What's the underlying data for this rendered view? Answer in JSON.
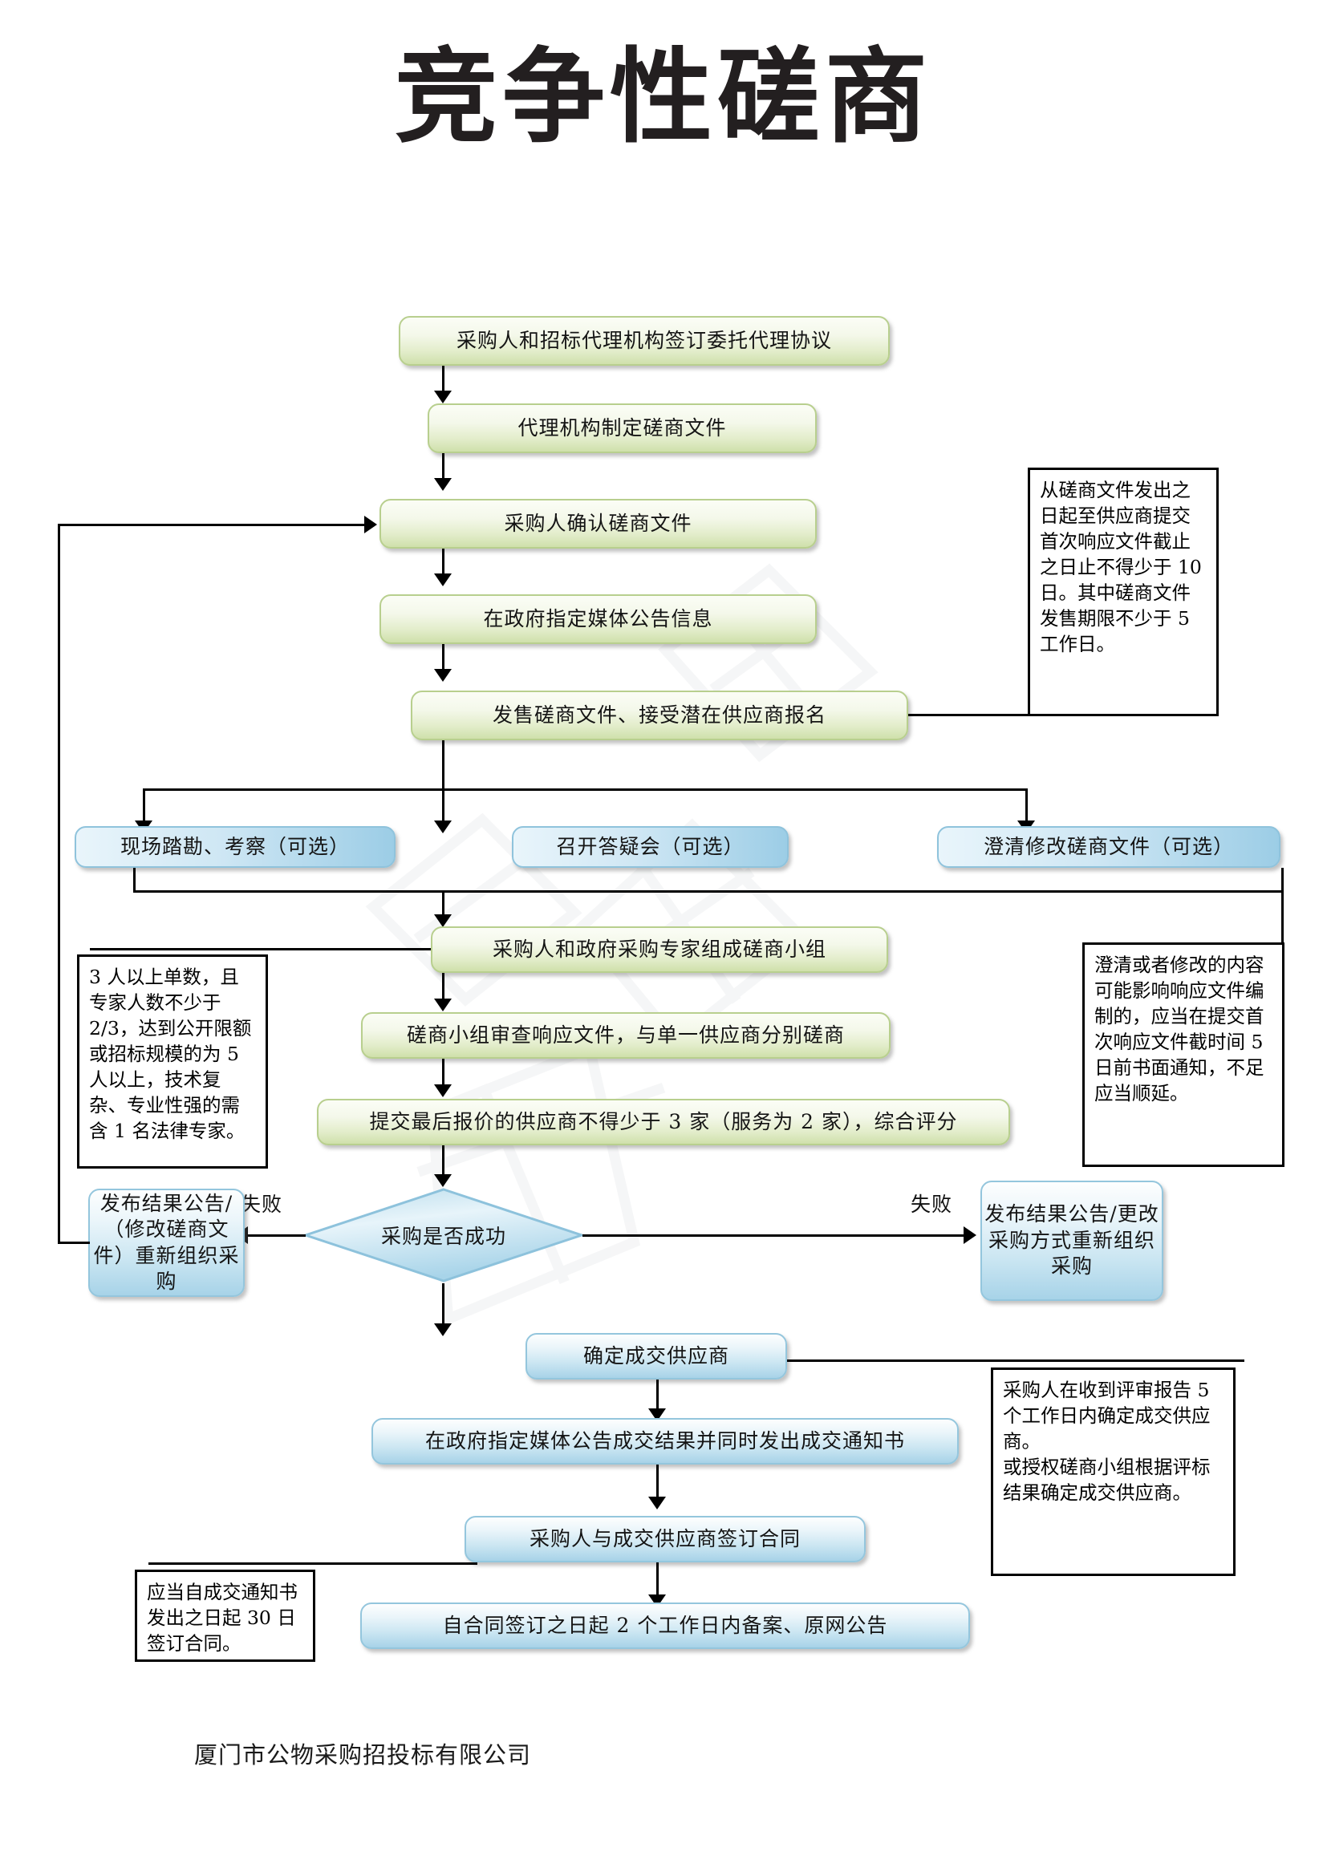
{
  "title": "竞争性磋商",
  "footer": "厦门市公物采购招投标有限公司",
  "edge_labels": {
    "fail_left": "失败",
    "fail_right": "失败"
  },
  "colors": {
    "green_fill": "#e3edcb",
    "green_border": "#b8cf8e",
    "blue_fill": "#cbe6f2",
    "blue_border": "#94c6dd",
    "note_border": "#000000",
    "connector": "#000000",
    "title_text": "#231f20"
  },
  "flow": {
    "step1": "采购人和招标代理机构签订委托代理协议",
    "step2": "代理机构制定磋商文件",
    "step3": "采购人确认磋商文件",
    "step4": "在政府指定媒体公告信息",
    "step5": "发售磋商文件、接受潜在供应商报名",
    "opt1": "现场踏勘、考察（可选）",
    "opt2": "召开答疑会（可选）",
    "opt3": "澄清修改磋商文件（可选）",
    "step6": "采购人和政府采购专家组成磋商小组",
    "step7": "磋商小组审查响应文件，与单一供应商分别磋商",
    "step8": "提交最后报价的供应商不得少于 3 家（服务为 2 家），综合评分",
    "decision": "采购是否成功",
    "fail_left_box": "发布结果公告/（修改磋商文件）重新组织采购",
    "fail_right_box": "发布结果公告/更改采购方式重新组织采购",
    "step9": "确定成交供应商",
    "step10": "在政府指定媒体公告成交结果并同时发出成交通知书",
    "step11": "采购人与成交供应商签订合同",
    "step12": "自合同签订之日起 2 个工作日内备案、原网公告"
  },
  "notes": {
    "note_deadline": "从磋商文件发出之日起至供应商提交首次响应文件截止之日止不得少于 10 日。其中磋商文件发售期限不少于 5 工作日。",
    "note_experts": "3 人以上单数，且专家人数不少于 2/3，达到公开限额或招标规模的为 5 人以上，技术复杂、专业性强的需含 1 名法律专家。",
    "note_clarify": "澄清或者修改的内容可能影响响应文件编制的，应当在提交首次响应文件截时间 5 日前书面通知，不足应当顺延。",
    "note_confirm": "采购人在收到评审报告 5 个工作日内确定成交供应商。\n或授权磋商小组根据评标结果确定成交供应商。",
    "note_contract": "应当自成交通知书发出之日起 30 日签订合同。"
  }
}
